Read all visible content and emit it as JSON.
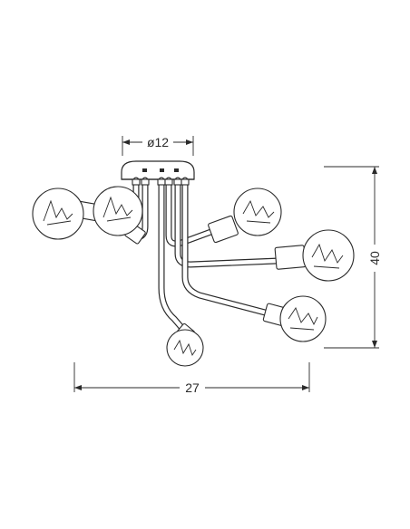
{
  "dimensions": {
    "diameter_label": "ø12",
    "height_label": "40",
    "width_label": "27"
  }
}
